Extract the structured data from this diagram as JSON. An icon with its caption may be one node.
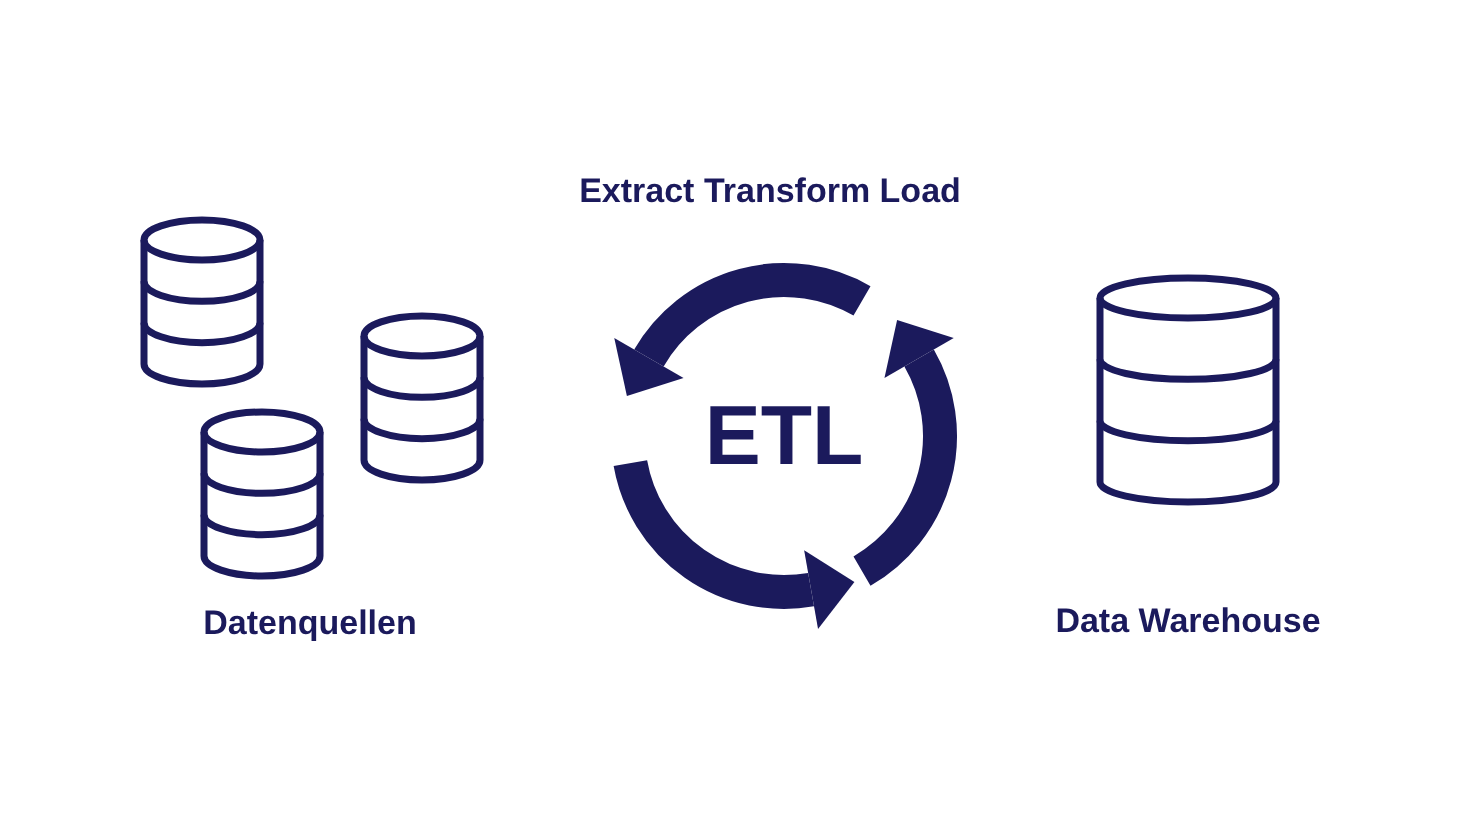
{
  "diagram": {
    "title": "Extract Transform Load",
    "nodes": [
      {
        "text": [],
        "shape": "cylinder"
      },
      {
        "text": [],
        "shape": "cylinder"
      },
      {
        "text": [],
        "shape": "cylinder"
      },
      {
        "text": [
          "ETL"
        ]
      },
      {
        "text": [],
        "shape": "cylinder",
        "beside": [
          "Data Warehouse"
        ]
      }
    ],
    "labels": [
      "Datenquellen"
    ]
  }
}
